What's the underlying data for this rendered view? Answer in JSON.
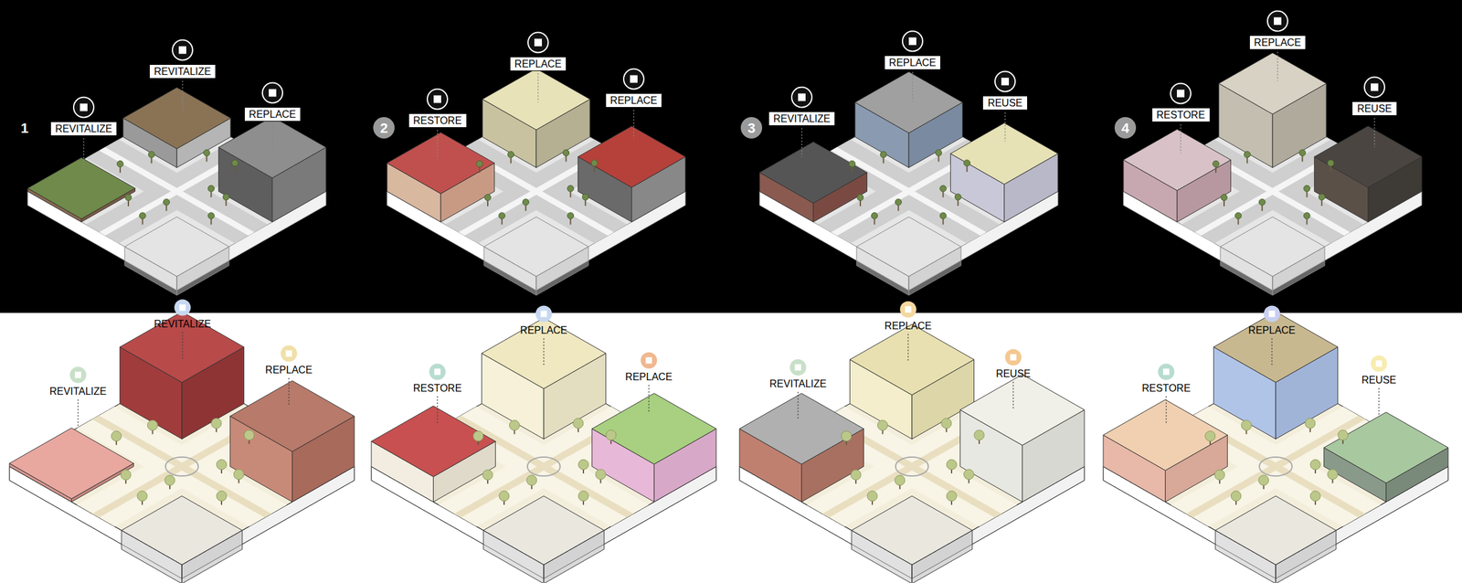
{
  "diagram": {
    "nodes": [
      {
        "text": [
          "REVITALIZE"
        ]
      },
      {
        "text": [
          "REVITALIZE"
        ]
      },
      {
        "text": [
          "REPLACE"
        ]
      },
      {
        "text": [
          "RESTORE"
        ]
      },
      {
        "text": [
          "REPLACE"
        ]
      },
      {
        "text": [
          "REPLACE"
        ]
      },
      {
        "text": [
          "REVITALIZE"
        ]
      },
      {
        "text": [
          "REPLACE"
        ]
      },
      {
        "text": [
          "REUSE"
        ]
      },
      {
        "text": [
          "RESTORE"
        ]
      },
      {
        "text": [
          "REPLACE"
        ]
      },
      {
        "text": [
          "REUSE"
        ]
      }
    ],
    "labels": [
      "1",
      "2",
      "3",
      "4",
      "REVITALIZE",
      "REVITALIZE",
      "REPLACE",
      "REPLACE",
      "RESTORE",
      "REPLACE",
      "REPLACE",
      "REVITALIZE",
      "REUSE",
      "REPLACE",
      "RESTORE",
      "REUSE"
    ]
  }
}
